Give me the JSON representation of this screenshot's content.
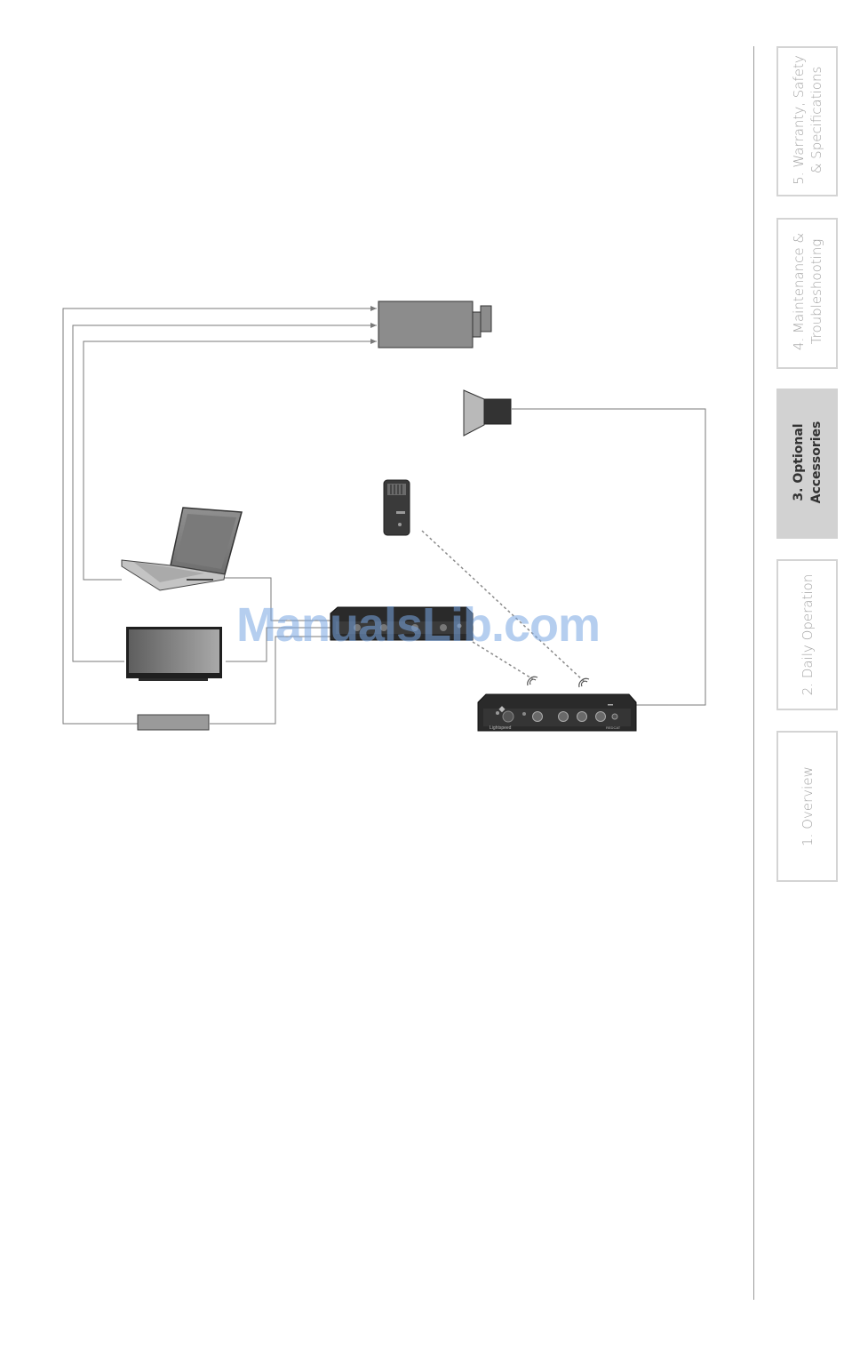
{
  "nav": {
    "tabs": [
      {
        "label": "5. Warranty, Safety\n& Specifications",
        "active": false
      },
      {
        "label": "4. Maintenance &\nTroubleshooting",
        "active": false
      },
      {
        "label": "3. Optional\nAccessories",
        "active": true
      },
      {
        "label": "2. Daily Operation",
        "active": false
      },
      {
        "label": "1. Overview",
        "active": false
      }
    ]
  },
  "watermark": "ManualsLib.com",
  "devices": {
    "receiver_brand": "Lightspeed",
    "receiver_model": "REDCAT"
  },
  "colors": {
    "wire": "#7a7a7a",
    "device_dark": "#2a2a2a",
    "device_grey": "#8c8c8c",
    "tab_border": "#d4d4d4",
    "tab_active_bg": "#d2d2d2",
    "watermark": "#78a5e1"
  }
}
